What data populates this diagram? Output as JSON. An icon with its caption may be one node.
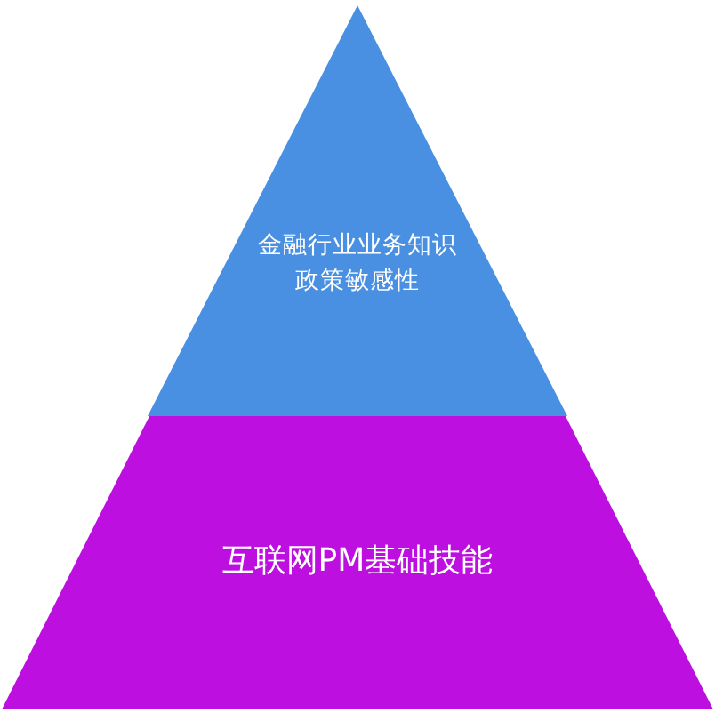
{
  "diagram": {
    "nodes": [
      {
        "text": [
          "金融行业业务知识",
          "政策敏感性"
        ]
      },
      {
        "text": [
          "互联网PM基础技能"
        ]
      }
    ]
  }
}
